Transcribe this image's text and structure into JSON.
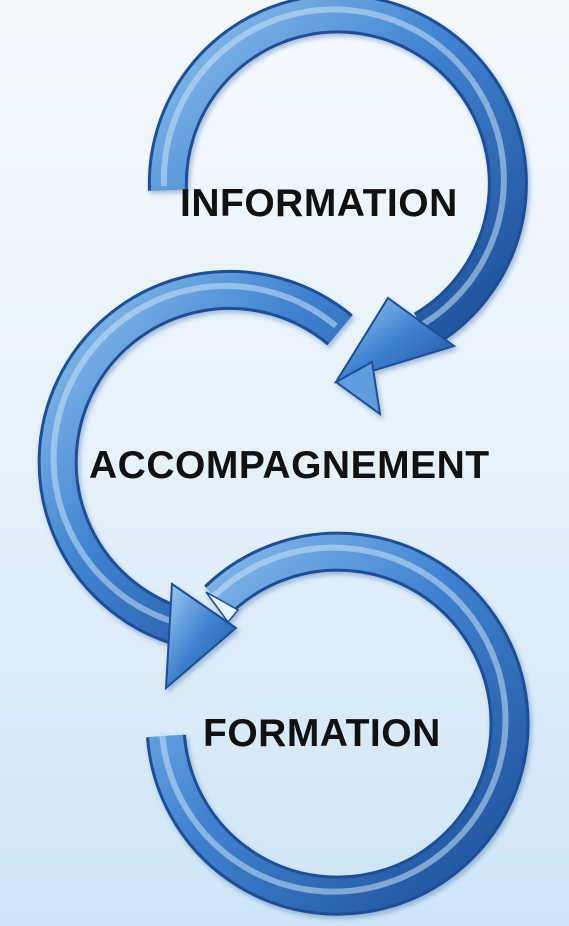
{
  "diagram": {
    "steps": [
      {
        "label": "INFORMATION"
      },
      {
        "label": "ACCOMPAGNEMENT"
      },
      {
        "label": "FORMATION"
      }
    ],
    "colors": {
      "arrow": "#2f6fc0",
      "arrow_light": "#8ec2ee",
      "arrow_dark": "#1d4f97",
      "text": "#111111"
    }
  }
}
